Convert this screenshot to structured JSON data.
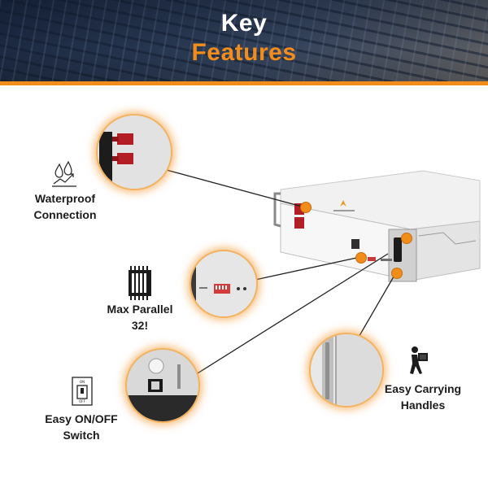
{
  "header": {
    "title_line1": "Key",
    "title_line2": "Features"
  },
  "features": {
    "waterproof_line1": "Waterproof",
    "waterproof_line2": "Connection",
    "parallel_line1": "Max Parallel",
    "parallel_line2": "32!",
    "onoff_line1": "Easy ON/OFF",
    "onoff_line2": "Switch",
    "handles_line1": "Easy Carrying",
    "handles_line2": "Handles"
  },
  "colors": {
    "accent": "#f28c1b",
    "banner": "#1e2c44",
    "text": "#1b1b1b",
    "connector": "#222222"
  },
  "icons": [
    "water-drops-icon",
    "chip-icon",
    "power-switch-icon",
    "person-carrying-box-icon"
  ]
}
